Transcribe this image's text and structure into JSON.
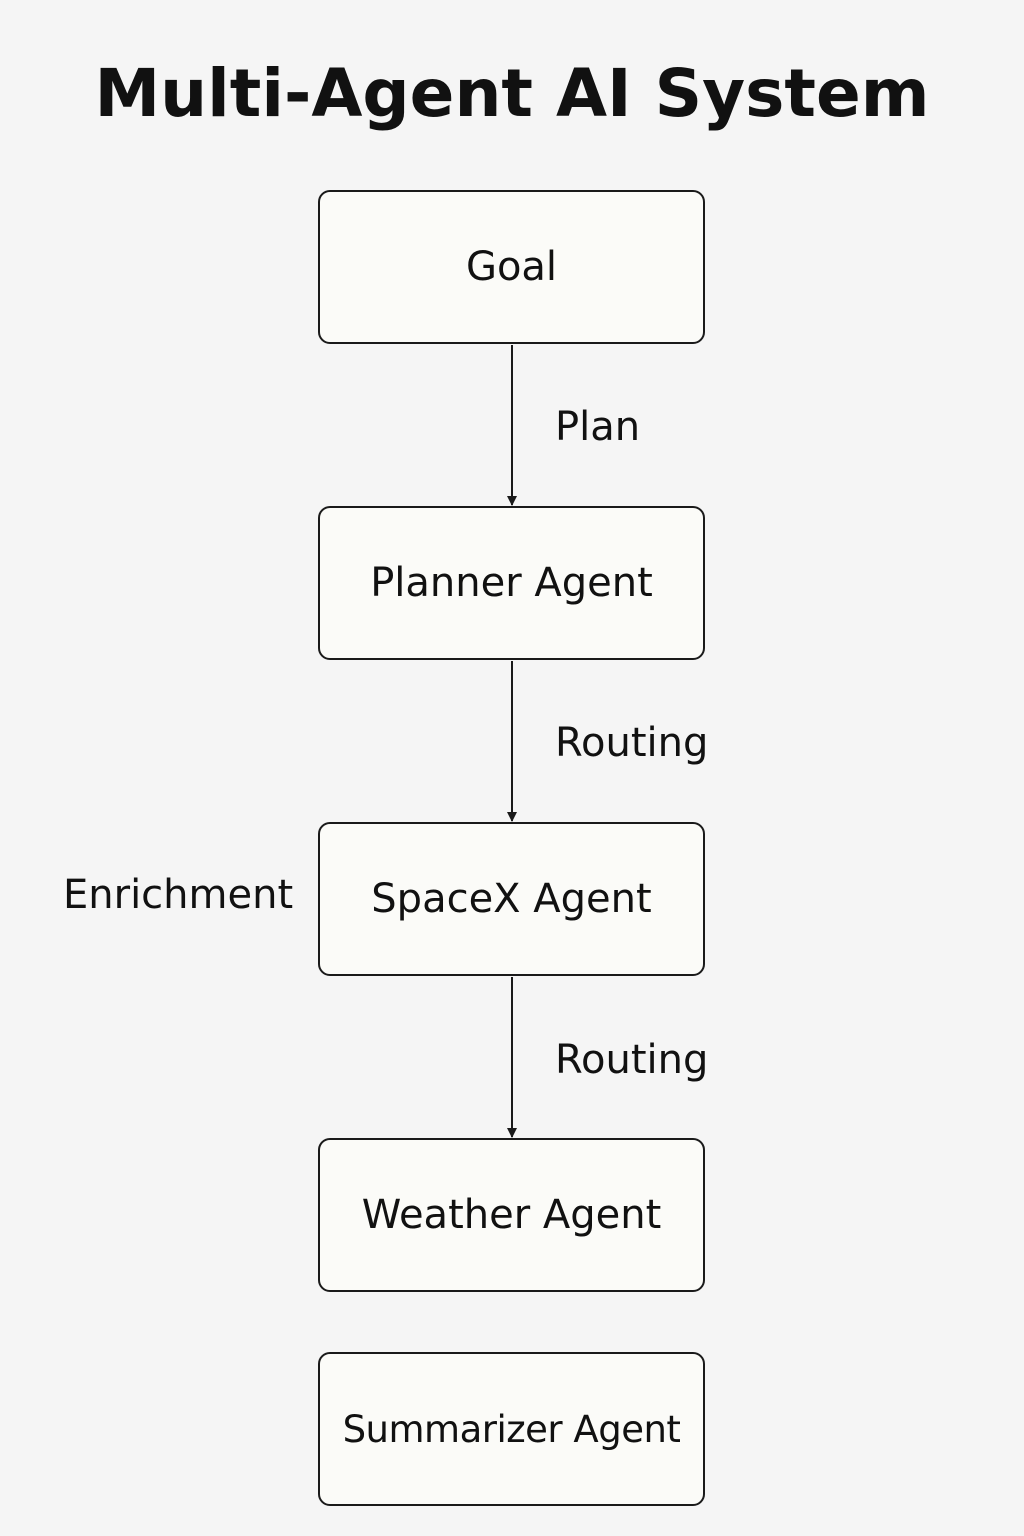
{
  "title": "Multi-Agent AI System",
  "nodes": [
    {
      "id": "goal",
      "label": "Goal"
    },
    {
      "id": "planner",
      "label": "Planner Agent"
    },
    {
      "id": "spacex",
      "label": "SpaceX Agent"
    },
    {
      "id": "weather",
      "label": "Weather Agent"
    },
    {
      "id": "summarizer",
      "label": "Summarizer Agent"
    }
  ],
  "edges": [
    {
      "from": "goal",
      "to": "planner",
      "label": "Plan"
    },
    {
      "from": "planner",
      "to": "spacex",
      "label": "Routing"
    },
    {
      "from": "spacex",
      "to": "weather",
      "label": "Routing"
    }
  ],
  "side_labels": [
    {
      "node": "spacex",
      "label": "Enrichment"
    }
  ],
  "colors": {
    "background": "#f5f5f5",
    "node_fill": "#fbfbf8",
    "stroke": "#1a1a1a",
    "text": "#111111"
  }
}
